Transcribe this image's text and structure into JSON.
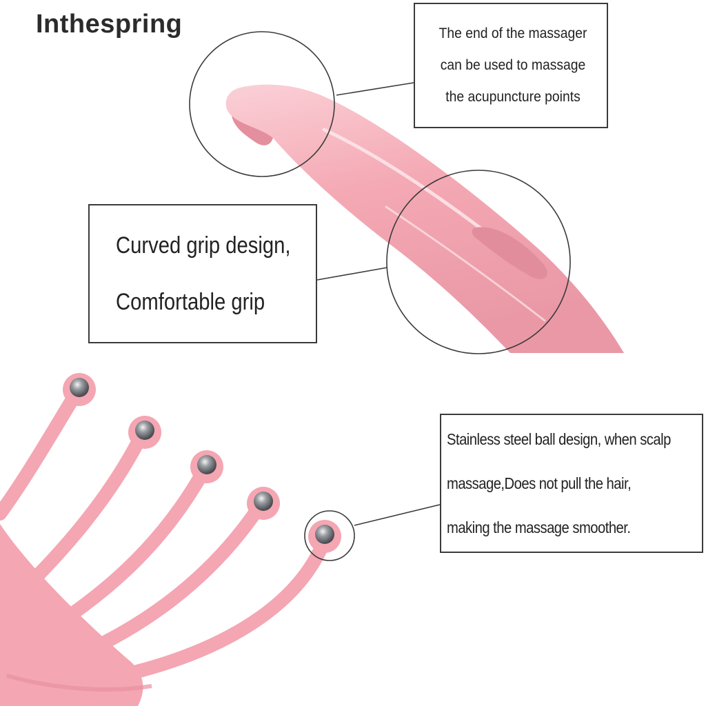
{
  "brand": {
    "name": "Inthespring"
  },
  "callouts": {
    "tip": {
      "lines": [
        "The end of the massager",
        "can be used to massage",
        "the acupuncture points"
      ]
    },
    "grip": {
      "lines": [
        "Curved grip design,",
        "Comfortable grip"
      ]
    },
    "ball": {
      "lines": [
        "Stainless steel ball design, when scalp",
        "massage,Does not pull the hair,",
        "making the massage smoother."
      ]
    }
  },
  "colors": {
    "product_pink": "#f4a9b4",
    "product_pink_shadow": "#e58c9b",
    "product_pink_highlight": "#fbd6dc",
    "steel": "#8c8f94",
    "line": "#3a3a3a"
  },
  "product": {
    "name": "scalp massager",
    "ball_count": 5
  }
}
